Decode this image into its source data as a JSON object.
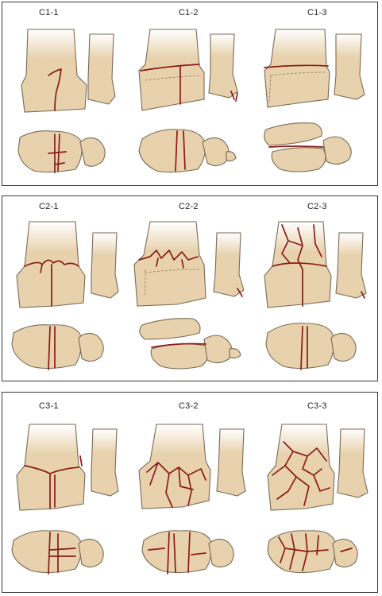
{
  "panels": [
    {
      "labels": [
        "C1-1",
        "C1-2",
        "C1-3"
      ]
    },
    {
      "labels": [
        "C2-1",
        "C2-2",
        "C2-3"
      ]
    },
    {
      "labels": [
        "C3-1",
        "C3-2",
        "C3-3"
      ]
    }
  ],
  "colors": {
    "bone": "#e8d2ad",
    "outline": "#7a6a55",
    "fracture": "#8b1a1a"
  }
}
